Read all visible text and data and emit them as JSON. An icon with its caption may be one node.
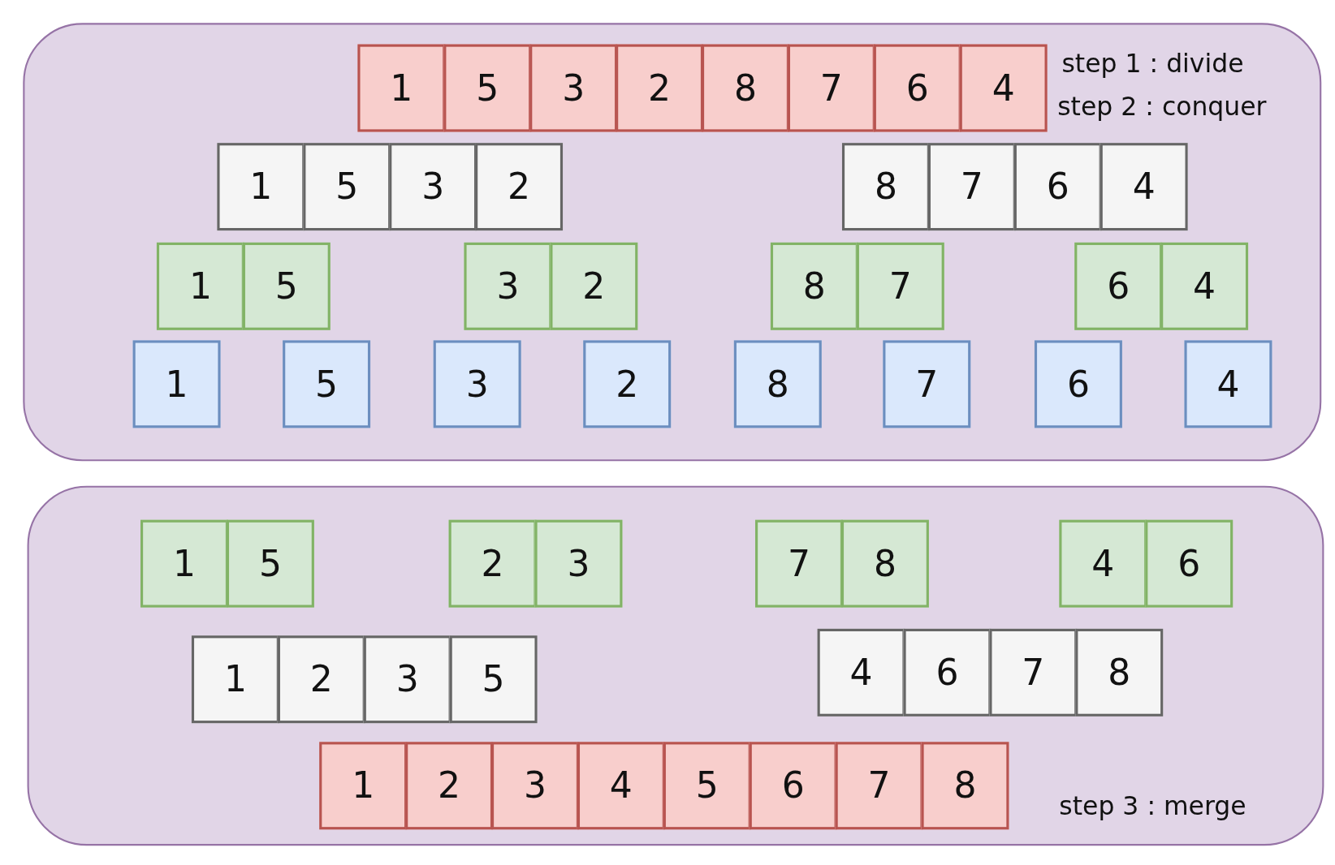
{
  "diagram": {
    "nodes": [
      {
        "text": [
          "step 1 : divide",
          "step 2 : conquer"
        ]
      },
      {
        "text": [
          "1"
        ],
        "in": 0
      },
      {
        "text": [
          "5"
        ],
        "in": 0
      },
      {
        "text": [
          "3"
        ],
        "in": 0
      },
      {
        "text": [
          "2"
        ],
        "in": 0
      },
      {
        "text": [
          "8"
        ],
        "in": 0
      },
      {
        "text": [
          "7"
        ],
        "in": 0
      },
      {
        "text": [
          "6"
        ],
        "in": 0
      },
      {
        "text": [
          "4"
        ],
        "in": 0
      },
      {
        "text": [
          "1"
        ],
        "in": 0
      },
      {
        "text": [
          "5"
        ],
        "in": 0
      },
      {
        "text": [
          "3"
        ],
        "in": 0
      },
      {
        "text": [
          "2"
        ],
        "in": 0
      },
      {
        "text": [
          "8"
        ],
        "in": 0
      },
      {
        "text": [
          "7"
        ],
        "in": 0
      },
      {
        "text": [
          "6"
        ],
        "in": 0
      },
      {
        "text": [
          "4"
        ],
        "in": 0
      },
      {
        "text": [
          "1"
        ],
        "in": 0
      },
      {
        "text": [
          "5"
        ],
        "in": 0
      },
      {
        "text": [
          "3"
        ],
        "in": 0
      },
      {
        "text": [
          "2"
        ],
        "in": 0
      },
      {
        "text": [
          "8"
        ],
        "in": 0
      },
      {
        "text": [
          "7"
        ],
        "in": 0
      },
      {
        "text": [
          "6"
        ],
        "in": 0
      },
      {
        "text": [
          "4"
        ],
        "in": 0
      },
      {
        "text": [
          "1"
        ],
        "in": 0
      },
      {
        "text": [
          "5"
        ],
        "in": 0
      },
      {
        "text": [
          "3"
        ],
        "in": 0
      },
      {
        "text": [
          "2"
        ],
        "in": 0
      },
      {
        "text": [
          "8"
        ],
        "in": 0
      },
      {
        "text": [
          "7"
        ],
        "in": 0
      },
      {
        "text": [
          "6"
        ],
        "in": 0
      },
      {
        "text": [
          "4"
        ],
        "in": 0
      },
      {
        "text": [
          "step 3 : merge"
        ]
      },
      {
        "text": [
          "1"
        ],
        "in": 33
      },
      {
        "text": [
          "5"
        ],
        "in": 33
      },
      {
        "text": [
          "2"
        ],
        "in": 33
      },
      {
        "text": [
          "3"
        ],
        "in": 33
      },
      {
        "text": [
          "7"
        ],
        "in": 33
      },
      {
        "text": [
          "8"
        ],
        "in": 33
      },
      {
        "text": [
          "4"
        ],
        "in": 33
      },
      {
        "text": [
          "6"
        ],
        "in": 33
      },
      {
        "text": [
          "1"
        ],
        "in": 33
      },
      {
        "text": [
          "2"
        ],
        "in": 33
      },
      {
        "text": [
          "3"
        ],
        "in": 33
      },
      {
        "text": [
          "5"
        ],
        "in": 33
      },
      {
        "text": [
          "4"
        ],
        "in": 33
      },
      {
        "text": [
          "6"
        ],
        "in": 33
      },
      {
        "text": [
          "7"
        ],
        "in": 33
      },
      {
        "text": [
          "8"
        ],
        "in": 33
      },
      {
        "text": [
          "1"
        ],
        "in": 33
      },
      {
        "text": [
          "2"
        ],
        "in": 33
      },
      {
        "text": [
          "3"
        ],
        "in": 33
      },
      {
        "text": [
          "4"
        ],
        "in": 33
      },
      {
        "text": [
          "5"
        ],
        "in": 33
      },
      {
        "text": [
          "6"
        ],
        "in": 33
      },
      {
        "text": [
          "7"
        ],
        "in": 33
      },
      {
        "text": [
          "8"
        ],
        "in": 33
      }
    ]
  }
}
